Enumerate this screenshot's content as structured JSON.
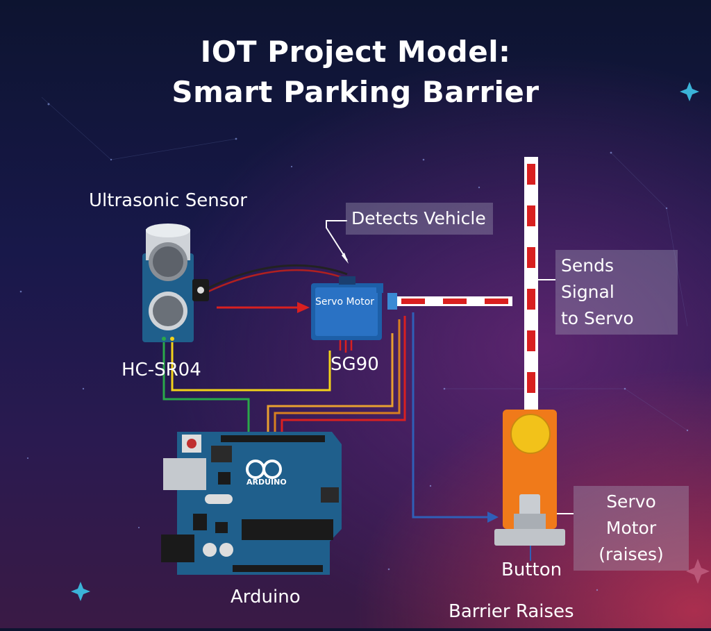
{
  "title": {
    "line1": "IOT Project Model:",
    "line2": "Smart Parking Barrier"
  },
  "labels": {
    "ultrasonic": "Ultrasonic Sensor",
    "hc_sr04": "HC-SR04",
    "sg90": "SG90",
    "arduino": "Arduino",
    "button": "Button",
    "barrier_raises": "Barrier Raises"
  },
  "callouts": {
    "detects": "Detects Vehicle",
    "sends_line1": "Sends Signal",
    "sends_line2": "to Servo",
    "servo_line1": "Servo Motor",
    "servo_line2": "(raises)"
  },
  "servo": {
    "label": "Servo Motor"
  },
  "arduino_board": {
    "logo_text": "ARDUINO"
  },
  "colors": {
    "accent_red": "#d92020",
    "board_blue": "#1f5f8c",
    "orange": "#f07a1a",
    "wire_blue": "#2f5fb8"
  }
}
